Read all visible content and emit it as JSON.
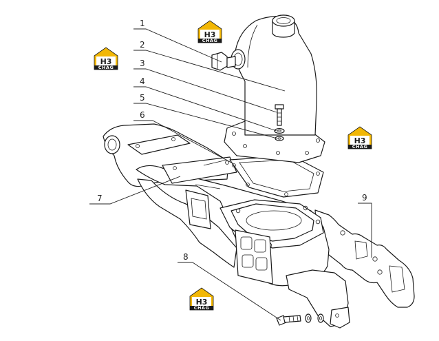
{
  "callouts": [
    {
      "id": "1",
      "label": "1"
    },
    {
      "id": "2",
      "label": "2"
    },
    {
      "id": "3",
      "label": "3"
    },
    {
      "id": "4",
      "label": "4"
    },
    {
      "id": "5",
      "label": "5"
    },
    {
      "id": "6",
      "label": "6"
    },
    {
      "id": "7",
      "label": "7"
    },
    {
      "id": "8",
      "label": "8"
    },
    {
      "id": "9",
      "label": "9"
    }
  ],
  "watermark": {
    "top_text": "H3",
    "bottom_text": "CHAG",
    "accent_color": "#f2b705",
    "dark_color": "#1a1a1a"
  }
}
